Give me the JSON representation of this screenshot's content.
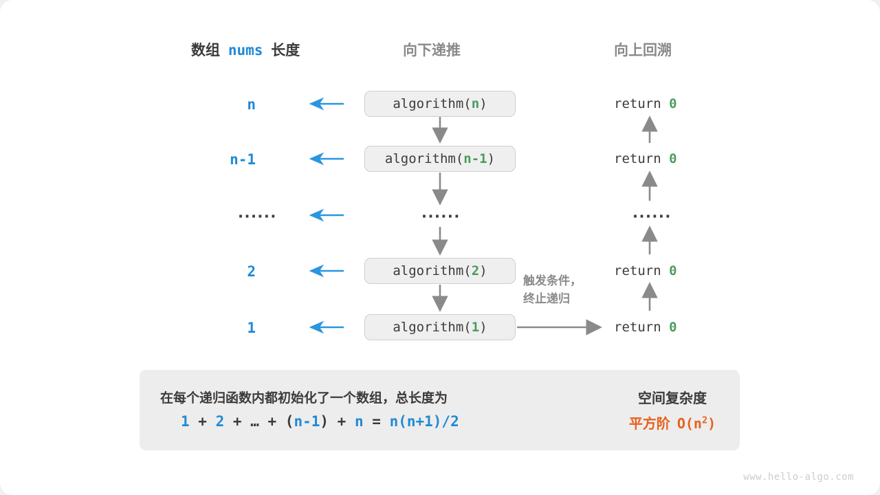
{
  "headers": {
    "left_prefix": "数组",
    "left_mono": "nums",
    "left_suffix": "长度",
    "middle": "向下递推",
    "right": "向上回溯"
  },
  "rows": [
    {
      "size": "n",
      "call_prefix": "algorithm(",
      "call_arg": "n",
      "call_suffix": ")",
      "ret_text": "return ",
      "ret_value": "0"
    },
    {
      "size": "n-1",
      "call_prefix": "algorithm(",
      "call_arg": "n-1",
      "call_suffix": ")",
      "ret_text": "return ",
      "ret_value": "0"
    },
    {
      "size": "······",
      "call_prefix": "",
      "call_arg": "······",
      "call_suffix": "",
      "ret_text": "",
      "ret_value": "······"
    },
    {
      "size": "2",
      "call_prefix": "algorithm(",
      "call_arg": "2",
      "call_suffix": ")",
      "ret_text": "return ",
      "ret_value": "0"
    },
    {
      "size": "1",
      "call_prefix": "algorithm(",
      "call_arg": "1",
      "call_suffix": ")",
      "ret_text": "return ",
      "ret_value": "0"
    }
  ],
  "note": {
    "line1": "触发条件，",
    "line2": "终止递归"
  },
  "summary": {
    "text": "在每个递归函数内都初始化了一个数组，总长度为",
    "formula_parts": [
      {
        "t": "1",
        "blue": true
      },
      {
        "t": " + ",
        "blue": false
      },
      {
        "t": "2",
        "blue": true
      },
      {
        "t": " + ",
        "blue": false
      },
      {
        "t": "…",
        "blue": false
      },
      {
        "t": " + ",
        "blue": false
      },
      {
        "t": "(",
        "blue": false
      },
      {
        "t": "n-1",
        "blue": true
      },
      {
        "t": ")",
        "blue": false
      },
      {
        "t": " + ",
        "blue": false
      },
      {
        "t": "n",
        "blue": true
      },
      {
        "t": " = ",
        "blue": false
      },
      {
        "t": "n(n+1)/2",
        "blue": true
      }
    ],
    "right_title": "空间复杂度",
    "right_value_cn": "平方阶",
    "right_value_big_o": "O(n",
    "right_value_exp": "2",
    "right_value_tail": ")"
  },
  "watermark": "www.hello-algo.com",
  "colors": {
    "blue": "#1f8ad6",
    "green": "#4a9b5c",
    "orange": "#e8601c",
    "gray": "#8a8a8a",
    "dark": "#3b3b3b",
    "box_fill": "#efefef",
    "panel_fill": "#ededed"
  }
}
